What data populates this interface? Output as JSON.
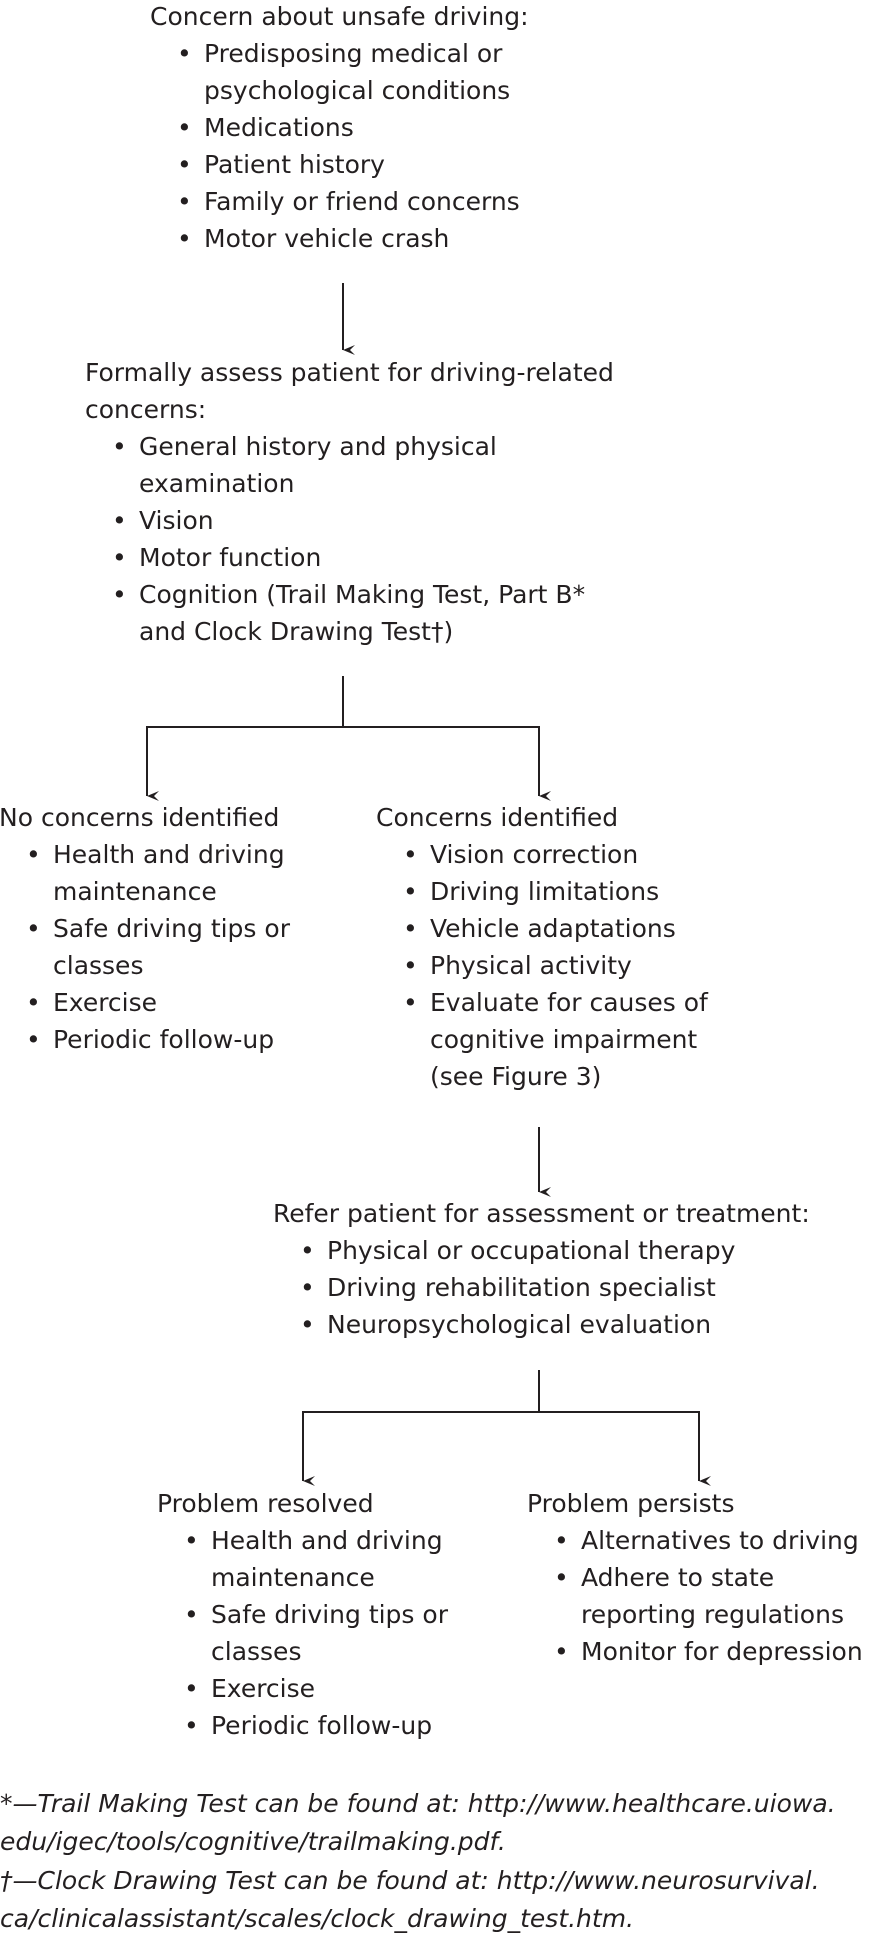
{
  "nodes": {
    "concern": {
      "heading": "Concern about unsafe driving:",
      "items": [
        "Predisposing medical or psychological conditions",
        "Medications",
        "Patient history",
        "Family or friend concerns",
        "Motor vehicle crash"
      ]
    },
    "assess": {
      "heading": "Formally assess patient for driving-related concerns:",
      "items": [
        "General history and physical examination",
        "Vision",
        "Motor function",
        "Cognition (Trail Making Test, Part B* and Clock Drawing Test†)"
      ]
    },
    "no_concerns": {
      "heading": "No concerns identified",
      "items": [
        "Health and driving maintenance",
        "Safe driving tips or classes",
        "Exercise",
        "Periodic follow-up"
      ]
    },
    "concerns": {
      "heading": "Concerns identified",
      "items": [
        "Vision correction",
        "Driving limitations",
        "Vehicle adaptations",
        "Physical activity",
        "Evaluate for causes of cognitive impairment (see Figure 3)"
      ]
    },
    "refer": {
      "heading": "Refer patient for assessment or treatment:",
      "items": [
        "Physical or occupational therapy",
        "Driving rehabilitation specialist",
        "Neuropsychological evaluation"
      ]
    },
    "resolved": {
      "heading": "Problem resolved",
      "items": [
        "Health and driving maintenance",
        "Safe driving tips or classes",
        "Exercise",
        "Periodic follow-up"
      ]
    },
    "persists": {
      "heading": "Problem persists",
      "items": [
        "Alternatives to driving",
        "Adhere to state reporting regulations",
        "Monitor for depression"
      ]
    }
  },
  "footnotes": {
    "trail_1": "*—Trail Making Test can be found at: http://www.healthcare.uiowa.",
    "trail_2": "edu/igec/tools/cognitive/trailmaking.pdf.",
    "clock_1": "†—Clock Drawing Test can be found at: http://www.neurosurvival.",
    "clock_2": "ca/clinicalassistant/scales/clock_drawing_test.htm."
  }
}
